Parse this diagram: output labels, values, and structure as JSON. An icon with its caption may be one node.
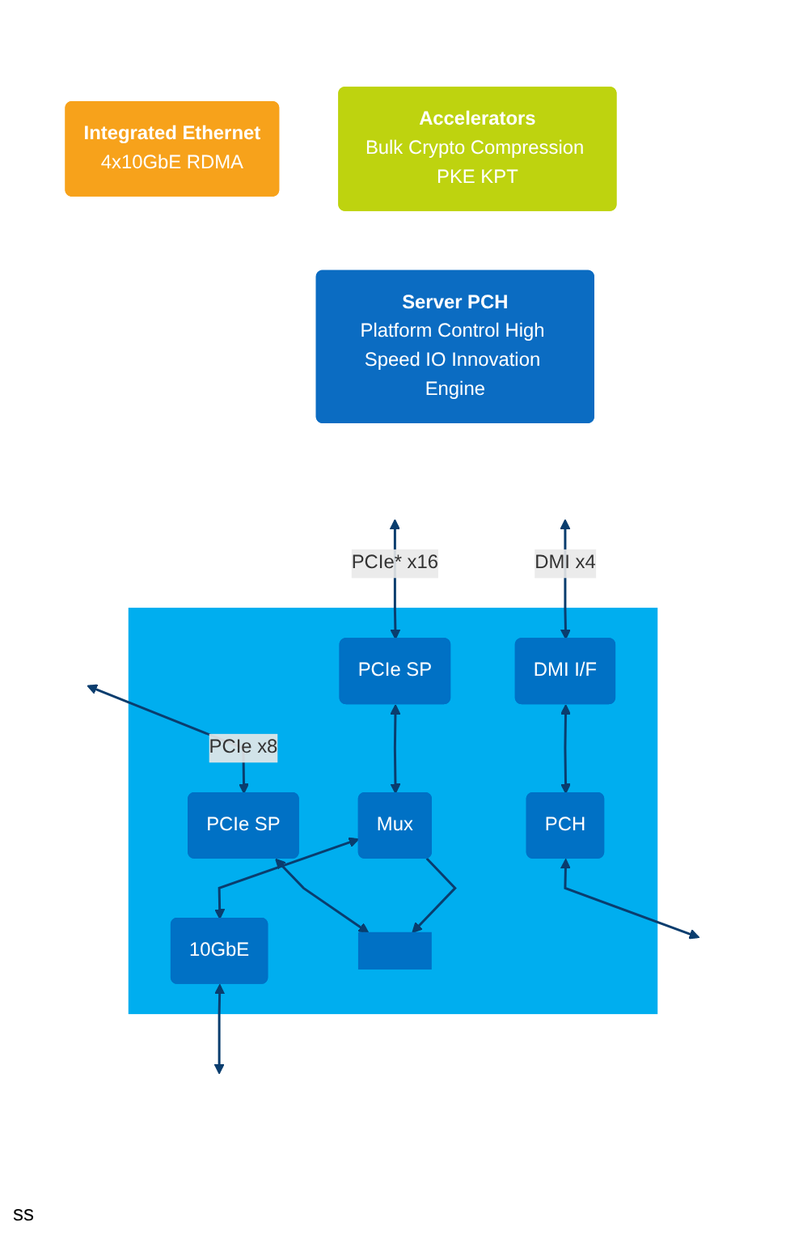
{
  "diagram": {
    "nodes": [
      {
        "text": [
          "Integrated Ethernet",
          "4x10GbE RDMA"
        ]
      },
      {
        "text": [
          "Accelerators",
          "Bulk Crypto Compression PKE KPT"
        ]
      },
      {
        "text": [
          "Server PCH",
          "Platform Control High Speed IO Innovation Engine"
        ]
      },
      {
        "text": [],
        "shape": "box"
      },
      {
        "text": [
          "PCIe SP"
        ],
        "in": 3
      },
      {
        "text": [
          "PCIe SP"
        ],
        "in": 3
      },
      {
        "text": [
          "DMI I/F"
        ],
        "in": 3
      },
      {
        "text": [
          "Mux"
        ],
        "in": 3
      },
      {
        "text": [
          "10GbE"
        ],
        "in": 3
      },
      {
        "text": [],
        "shape": "box",
        "in": 3
      },
      {
        "text": [
          "PCH"
        ],
        "in": 3
      }
    ],
    "edges": [
      {
        "from": null,
        "to": 4,
        "arrow": "both",
        "label": "PCIe* x16"
      },
      {
        "from": null,
        "to": 5,
        "arrow": "both",
        "label": "PCIe x8"
      },
      {
        "from": null,
        "to": 6,
        "arrow": "both",
        "label": "DMI x4"
      },
      {
        "from": 4,
        "to": 7,
        "arrow": "both"
      },
      {
        "from": 5,
        "to": 9,
        "arrow": "both"
      },
      {
        "from": 6,
        "to": 10,
        "arrow": "both"
      },
      {
        "from": 7,
        "to": 9,
        "arrow": "to"
      },
      {
        "from": 7,
        "to": 8,
        "arrow": "both"
      },
      {
        "from": 8,
        "to": null,
        "arrow": "both"
      },
      {
        "from": 10,
        "to": null,
        "arrow": "both"
      }
    ],
    "labels": [
      "ss"
    ]
  }
}
